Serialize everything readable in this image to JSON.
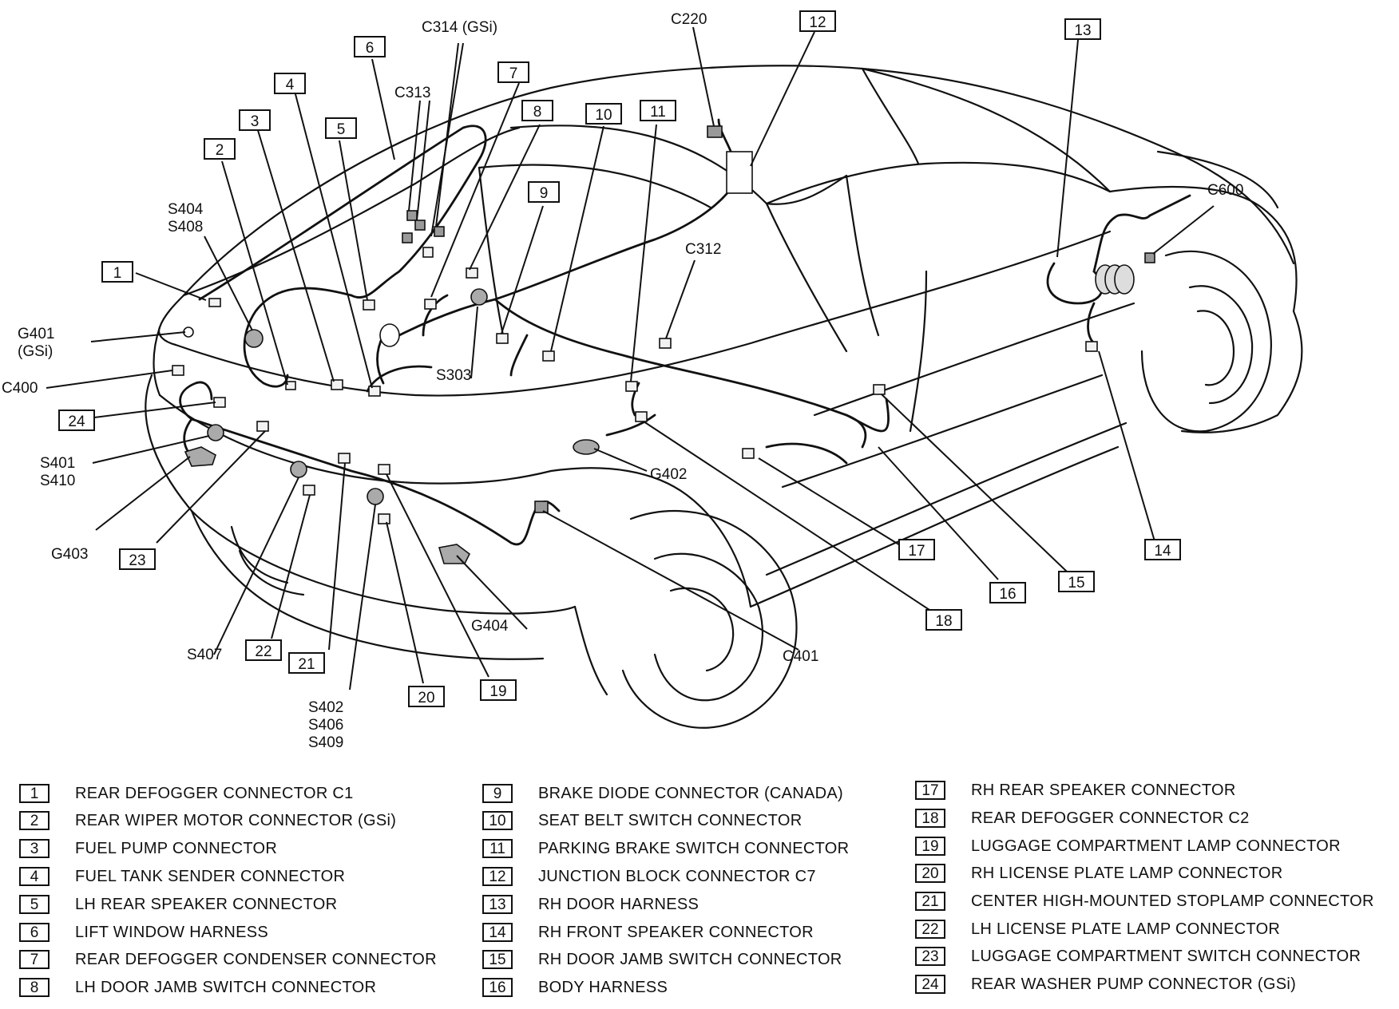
{
  "diagram": {
    "callouts": [
      {
        "id": "callout-1",
        "number": "1"
      },
      {
        "id": "callout-2",
        "number": "2"
      },
      {
        "id": "callout-3",
        "number": "3"
      },
      {
        "id": "callout-4",
        "number": "4"
      },
      {
        "id": "callout-5",
        "number": "5"
      },
      {
        "id": "callout-6",
        "number": "6"
      },
      {
        "id": "callout-7",
        "number": "7"
      },
      {
        "id": "callout-8",
        "number": "8"
      },
      {
        "id": "callout-9",
        "number": "9"
      },
      {
        "id": "callout-10",
        "number": "10"
      },
      {
        "id": "callout-11",
        "number": "11"
      },
      {
        "id": "callout-12",
        "number": "12"
      },
      {
        "id": "callout-13",
        "number": "13"
      },
      {
        "id": "callout-14",
        "number": "14"
      },
      {
        "id": "callout-15",
        "number": "15"
      },
      {
        "id": "callout-16",
        "number": "16"
      },
      {
        "id": "callout-17",
        "number": "17"
      },
      {
        "id": "callout-18",
        "number": "18"
      },
      {
        "id": "callout-19",
        "number": "19"
      },
      {
        "id": "callout-20",
        "number": "20"
      },
      {
        "id": "callout-21",
        "number": "21"
      },
      {
        "id": "callout-22",
        "number": "22"
      },
      {
        "id": "callout-23",
        "number": "23"
      },
      {
        "id": "callout-24",
        "number": "24"
      }
    ],
    "text_labels": [
      {
        "id": "label-c314",
        "text": "C314 (GSi)"
      },
      {
        "id": "label-c220",
        "text": "C220"
      },
      {
        "id": "label-c313",
        "text": "C313"
      },
      {
        "id": "label-s404",
        "text": "S404"
      },
      {
        "id": "label-s408",
        "text": "S408"
      },
      {
        "id": "label-c312",
        "text": "C312"
      },
      {
        "id": "label-c600",
        "text": "C600"
      },
      {
        "id": "label-g401",
        "text": "G401"
      },
      {
        "id": "label-gsi",
        "text": "(GSi)"
      },
      {
        "id": "label-c400",
        "text": "C400"
      },
      {
        "id": "label-s303",
        "text": "S303"
      },
      {
        "id": "label-s401",
        "text": "S401"
      },
      {
        "id": "label-s410",
        "text": "S410"
      },
      {
        "id": "label-g402",
        "text": "G402"
      },
      {
        "id": "label-g403",
        "text": "G403"
      },
      {
        "id": "label-g404",
        "text": "G404"
      },
      {
        "id": "label-s407",
        "text": "S407"
      },
      {
        "id": "label-c401",
        "text": "C401"
      },
      {
        "id": "label-s402",
        "text": "S402"
      },
      {
        "id": "label-s406",
        "text": "S406"
      },
      {
        "id": "label-s409",
        "text": "S409"
      }
    ]
  },
  "legend": {
    "items": [
      {
        "number": "1",
        "text": "REAR DEFOGGER CONNECTOR C1"
      },
      {
        "number": "2",
        "text": "REAR WIPER MOTOR CONNECTOR (GSi)"
      },
      {
        "number": "3",
        "text": "FUEL PUMP CONNECTOR"
      },
      {
        "number": "4",
        "text": "FUEL TANK SENDER CONNECTOR"
      },
      {
        "number": "5",
        "text": "LH REAR SPEAKER CONNECTOR"
      },
      {
        "number": "6",
        "text": "LIFT WINDOW HARNESS"
      },
      {
        "number": "7",
        "text": "REAR DEFOGGER CONDENSER CONNECTOR"
      },
      {
        "number": "8",
        "text": "LH DOOR JAMB SWITCH CONNECTOR"
      },
      {
        "number": "9",
        "text": "BRAKE DIODE CONNECTOR (CANADA)"
      },
      {
        "number": "10",
        "text": "SEAT BELT SWITCH CONNECTOR"
      },
      {
        "number": "11",
        "text": "PARKING BRAKE SWITCH CONNECTOR"
      },
      {
        "number": "12",
        "text": "JUNCTION BLOCK CONNECTOR C7"
      },
      {
        "number": "13",
        "text": "RH DOOR HARNESS"
      },
      {
        "number": "14",
        "text": "RH FRONT SPEAKER CONNECTOR"
      },
      {
        "number": "15",
        "text": "RH DOOR JAMB SWITCH CONNECTOR"
      },
      {
        "number": "16",
        "text": "BODY HARNESS"
      },
      {
        "number": "17",
        "text": "RH REAR SPEAKER CONNECTOR"
      },
      {
        "number": "18",
        "text": "REAR DEFOGGER CONNECTOR C2"
      },
      {
        "number": "19",
        "text": "LUGGAGE COMPARTMENT LAMP CONNECTOR"
      },
      {
        "number": "20",
        "text": "RH LICENSE PLATE LAMP CONNECTOR"
      },
      {
        "number": "21",
        "text": "CENTER HIGH-MOUNTED STOPLAMP CONNECTOR"
      },
      {
        "number": "22",
        "text": "LH LICENSE PLATE LAMP CONNECTOR"
      },
      {
        "number": "23",
        "text": "LUGGAGE COMPARTMENT SWITCH CONNECTOR"
      },
      {
        "number": "24",
        "text": "REAR WASHER PUMP CONNECTOR (GSi)"
      }
    ]
  }
}
